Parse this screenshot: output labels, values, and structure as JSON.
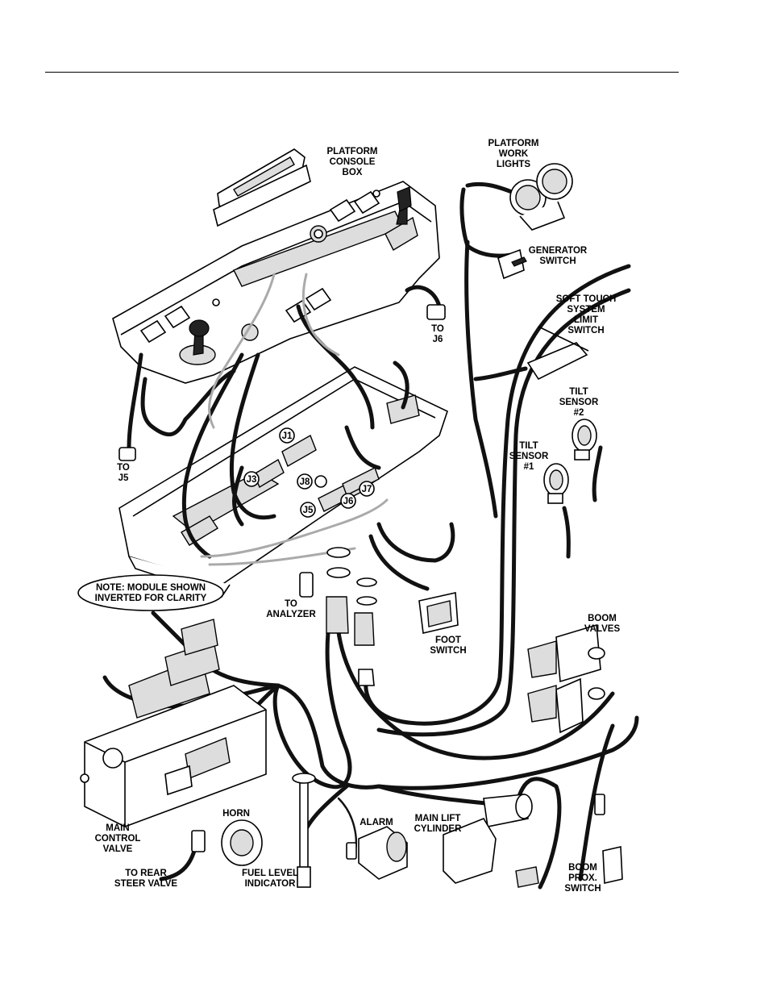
{
  "diagram": {
    "labels": {
      "platform_console_box": [
        "PLATFORM",
        "CONSOLE",
        "BOX"
      ],
      "platform_work_lights": [
        "PLATFORM",
        "WORK",
        "LIGHTS"
      ],
      "generator_switch": [
        "GENERATOR",
        "SWITCH"
      ],
      "soft_touch_limit_switch": [
        "SOFT TOUCH",
        "SYSTEM",
        "LIMIT",
        "SWITCH"
      ],
      "to_j6": [
        "TO",
        "J6"
      ],
      "tilt_sensor_2": [
        "TILT",
        "SENSOR",
        "#2"
      ],
      "tilt_sensor_1": [
        "TILT",
        "SENSOR",
        "#1"
      ],
      "to_j5": [
        "TO",
        "J5"
      ],
      "connector_j1": "J1",
      "connector_j3": "J3",
      "connector_j8": "J8",
      "connector_j7": "J7",
      "connector_j6": "J6",
      "connector_j5": "J5",
      "note": [
        "NOTE: MODULE SHOWN",
        "INVERTED FOR CLARITY"
      ],
      "to_analyzer": [
        "TO",
        "ANALYZER"
      ],
      "foot_switch": [
        "FOOT",
        "SWITCH"
      ],
      "boom_valves": [
        "BOOM",
        "VALVES"
      ],
      "main_control_valve": [
        "MAIN",
        "CONTROL",
        "VALVE"
      ],
      "horn": "HORN",
      "alarm": "ALARM",
      "main_lift_cylinder": [
        "MAIN LIFT",
        "CYLINDER"
      ],
      "boom_prox_switch": [
        "BOOM",
        "PROX.",
        "SWITCH"
      ],
      "to_rear_steer_valve": [
        "TO REAR",
        "STEER VALVE"
      ],
      "fuel_level_indicator": [
        "FUEL LEVEL",
        "INDICATOR"
      ]
    }
  }
}
